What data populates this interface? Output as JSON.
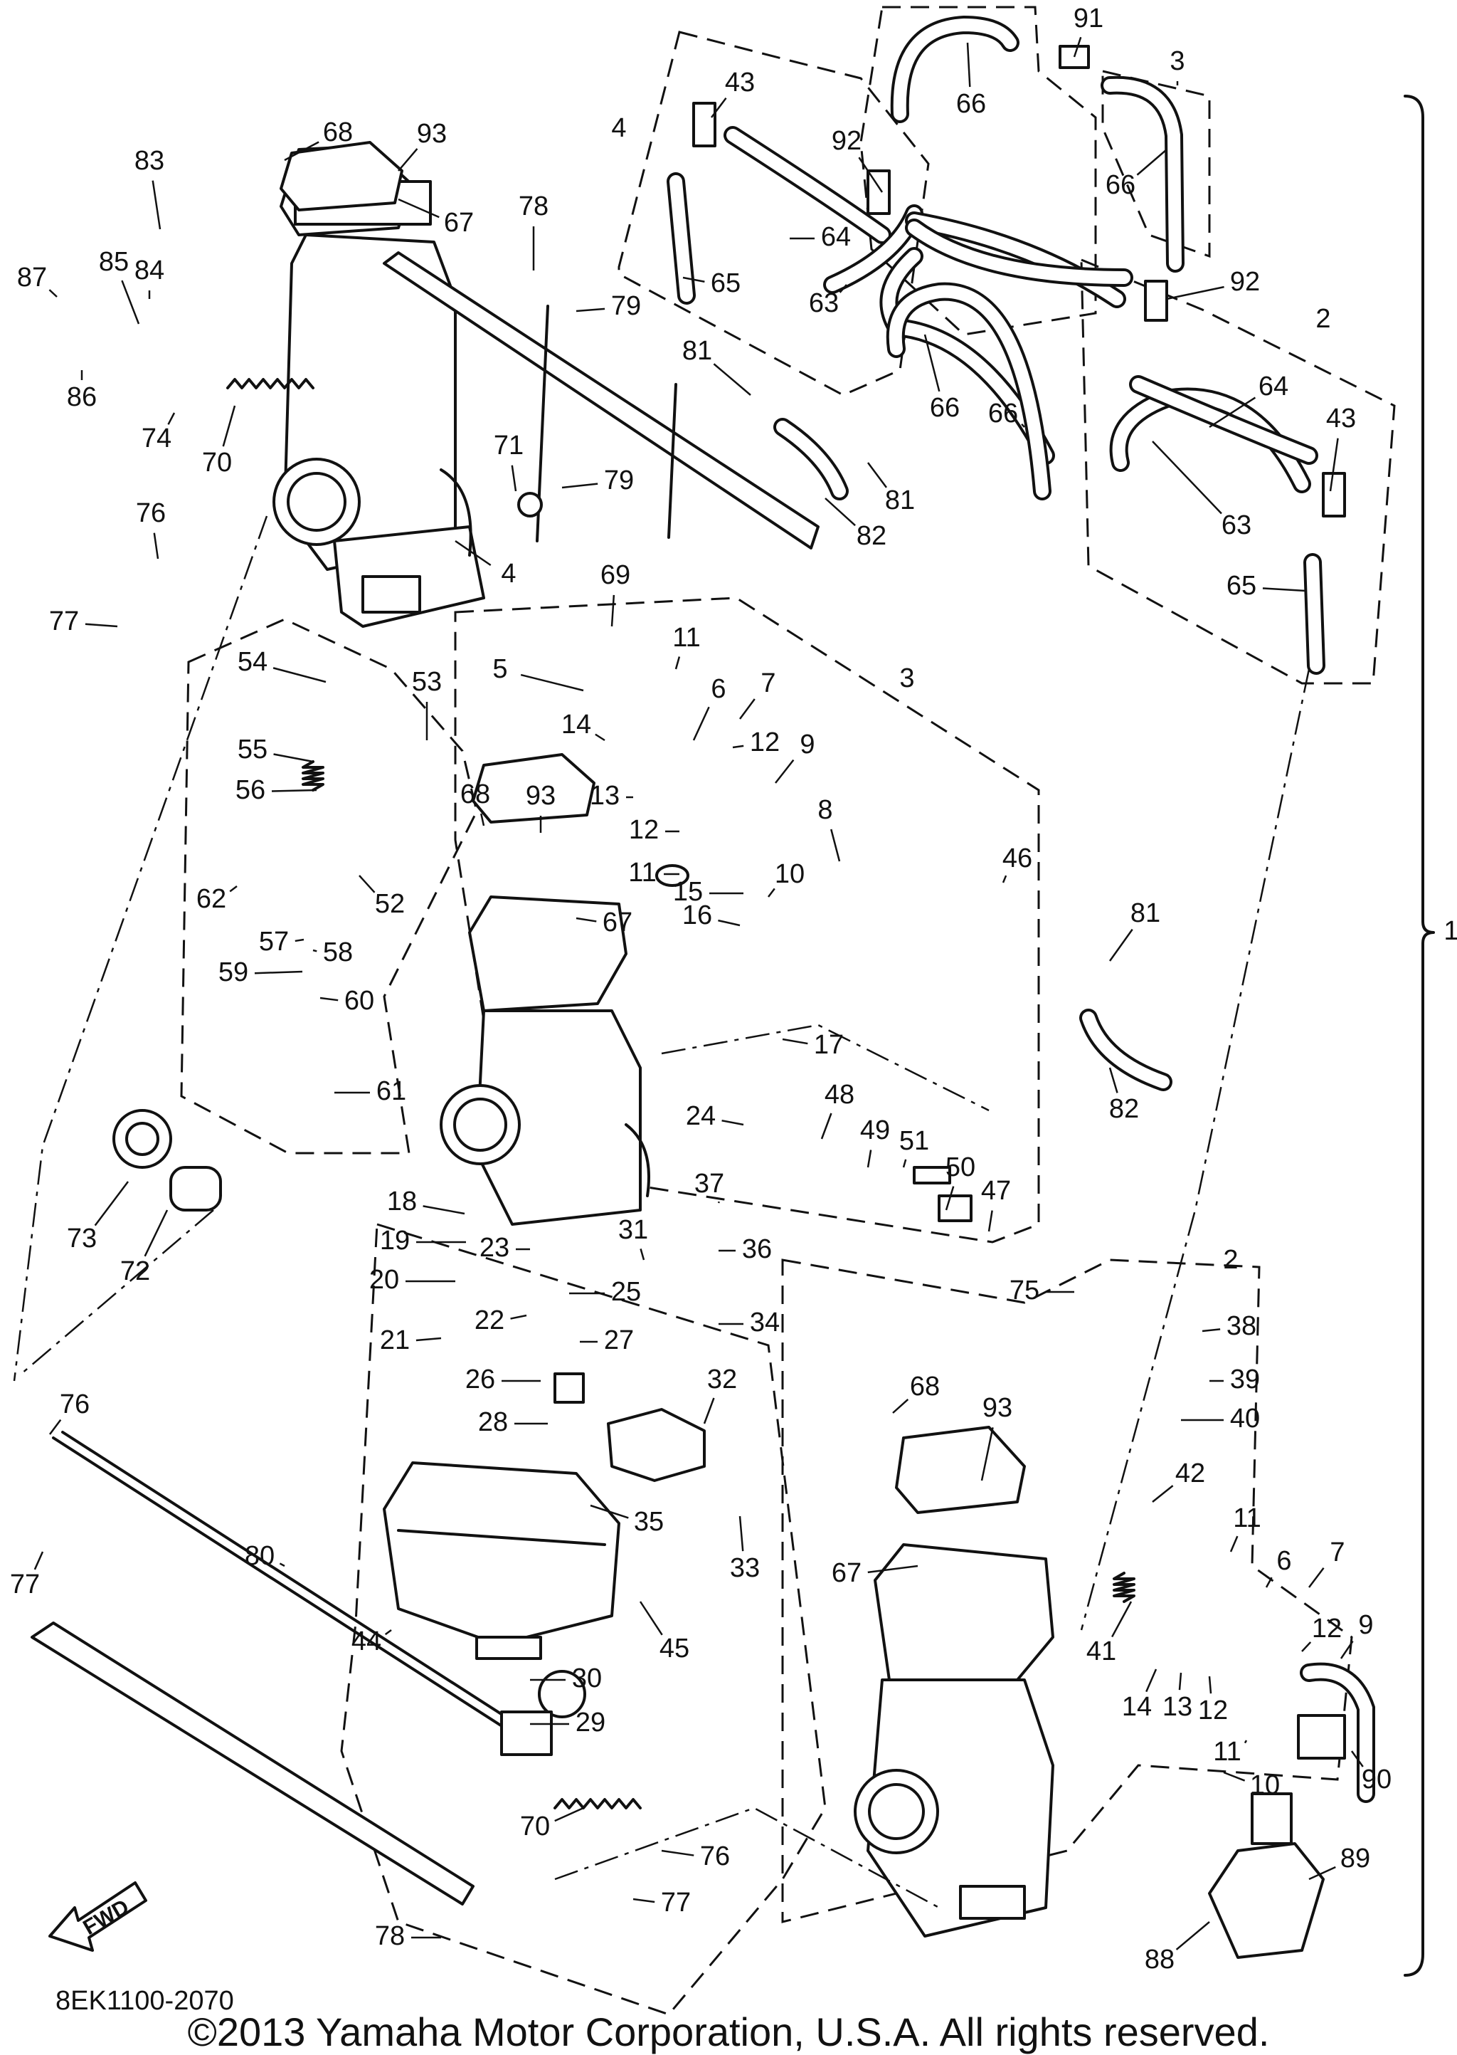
{
  "diagram": {
    "reference_code": "8EK1100-2070",
    "copyright": "©2013 Yamaha Motor Corporation, U.S.A. All rights reserved.",
    "fwd_label": "FWD",
    "callouts": [
      {
        "id": "91",
        "label": "91"
      },
      {
        "id": "3a",
        "label": "3"
      },
      {
        "id": "66a",
        "label": "66"
      },
      {
        "id": "43a",
        "label": "43"
      },
      {
        "id": "4a",
        "label": "4"
      },
      {
        "id": "92a",
        "label": "92"
      },
      {
        "id": "66b",
        "label": "66"
      },
      {
        "id": "68a",
        "label": "68"
      },
      {
        "id": "93a",
        "label": "93"
      },
      {
        "id": "83",
        "label": "83"
      },
      {
        "id": "67a",
        "label": "67"
      },
      {
        "id": "64a",
        "label": "64"
      },
      {
        "id": "78a",
        "label": "78"
      },
      {
        "id": "87",
        "label": "87"
      },
      {
        "id": "85",
        "label": "85"
      },
      {
        "id": "84",
        "label": "84"
      },
      {
        "id": "65a",
        "label": "65"
      },
      {
        "id": "63a",
        "label": "63"
      },
      {
        "id": "92b",
        "label": "92"
      },
      {
        "id": "79a",
        "label": "79"
      },
      {
        "id": "2a",
        "label": "2"
      },
      {
        "id": "86",
        "label": "86"
      },
      {
        "id": "81a",
        "label": "81"
      },
      {
        "id": "64b",
        "label": "64"
      },
      {
        "id": "66c",
        "label": "66"
      },
      {
        "id": "66d",
        "label": "66"
      },
      {
        "id": "43b",
        "label": "43"
      },
      {
        "id": "74",
        "label": "74"
      },
      {
        "id": "70a",
        "label": "70"
      },
      {
        "id": "71",
        "label": "71"
      },
      {
        "id": "79b",
        "label": "79"
      },
      {
        "id": "81b",
        "label": "81"
      },
      {
        "id": "63b",
        "label": "63"
      },
      {
        "id": "82a",
        "label": "82"
      },
      {
        "id": "76a",
        "label": "76"
      },
      {
        "id": "4b",
        "label": "4"
      },
      {
        "id": "65b",
        "label": "65"
      },
      {
        "id": "69",
        "label": "69"
      },
      {
        "id": "77a",
        "label": "77"
      },
      {
        "id": "11a",
        "label": "11"
      },
      {
        "id": "54",
        "label": "54"
      },
      {
        "id": "5",
        "label": "5"
      },
      {
        "id": "3b",
        "label": "3"
      },
      {
        "id": "6a",
        "label": "6"
      },
      {
        "id": "7a",
        "label": "7"
      },
      {
        "id": "53",
        "label": "53"
      },
      {
        "id": "14a",
        "label": "14"
      },
      {
        "id": "12a",
        "label": "12"
      },
      {
        "id": "9a",
        "label": "9"
      },
      {
        "id": "55",
        "label": "55"
      },
      {
        "id": "13a",
        "label": "13"
      },
      {
        "id": "56",
        "label": "56"
      },
      {
        "id": "93b",
        "label": "93"
      },
      {
        "id": "68b",
        "label": "68"
      },
      {
        "id": "12b",
        "label": "12"
      },
      {
        "id": "8",
        "label": "8"
      },
      {
        "id": "11b",
        "label": "11"
      },
      {
        "id": "10a",
        "label": "10"
      },
      {
        "id": "46",
        "label": "46"
      },
      {
        "id": "62",
        "label": "62"
      },
      {
        "id": "52",
        "label": "52"
      },
      {
        "id": "15",
        "label": "15"
      },
      {
        "id": "16",
        "label": "16"
      },
      {
        "id": "81c",
        "label": "81"
      },
      {
        "id": "67b",
        "label": "67"
      },
      {
        "id": "57",
        "label": "57"
      },
      {
        "id": "58",
        "label": "58"
      },
      {
        "id": "59",
        "label": "59"
      },
      {
        "id": "1",
        "label": "1"
      },
      {
        "id": "60",
        "label": "60"
      },
      {
        "id": "17",
        "label": "17"
      },
      {
        "id": "61",
        "label": "61"
      },
      {
        "id": "82b",
        "label": "82"
      },
      {
        "id": "48",
        "label": "48"
      },
      {
        "id": "24",
        "label": "24"
      },
      {
        "id": "49",
        "label": "49"
      },
      {
        "id": "51",
        "label": "51"
      },
      {
        "id": "50",
        "label": "50"
      },
      {
        "id": "18",
        "label": "18"
      },
      {
        "id": "37",
        "label": "37"
      },
      {
        "id": "73",
        "label": "73"
      },
      {
        "id": "72",
        "label": "72"
      },
      {
        "id": "47",
        "label": "47"
      },
      {
        "id": "31",
        "label": "31"
      },
      {
        "id": "19",
        "label": "19"
      },
      {
        "id": "23",
        "label": "23"
      },
      {
        "id": "36",
        "label": "36"
      },
      {
        "id": "20",
        "label": "20"
      },
      {
        "id": "2b",
        "label": "2"
      },
      {
        "id": "25",
        "label": "25"
      },
      {
        "id": "75",
        "label": "75"
      },
      {
        "id": "38",
        "label": "38"
      },
      {
        "id": "34",
        "label": "34"
      },
      {
        "id": "22",
        "label": "22"
      },
      {
        "id": "21",
        "label": "21"
      },
      {
        "id": "27",
        "label": "27"
      },
      {
        "id": "39",
        "label": "39"
      },
      {
        "id": "26",
        "label": "26"
      },
      {
        "id": "32",
        "label": "32"
      },
      {
        "id": "76b",
        "label": "76"
      },
      {
        "id": "68c",
        "label": "68"
      },
      {
        "id": "93c",
        "label": "93"
      },
      {
        "id": "40",
        "label": "40"
      },
      {
        "id": "28",
        "label": "28"
      },
      {
        "id": "42",
        "label": "42"
      },
      {
        "id": "77b",
        "label": "77"
      },
      {
        "id": "35",
        "label": "35"
      },
      {
        "id": "11c",
        "label": "11"
      },
      {
        "id": "80",
        "label": "80"
      },
      {
        "id": "33",
        "label": "33"
      },
      {
        "id": "6b",
        "label": "6"
      },
      {
        "id": "7b",
        "label": "7"
      },
      {
        "id": "67c",
        "label": "67"
      },
      {
        "id": "44",
        "label": "44"
      },
      {
        "id": "45",
        "label": "45"
      },
      {
        "id": "41",
        "label": "41"
      },
      {
        "id": "12c",
        "label": "12"
      },
      {
        "id": "9b",
        "label": "9"
      },
      {
        "id": "30",
        "label": "30"
      },
      {
        "id": "14b",
        "label": "14"
      },
      {
        "id": "13b",
        "label": "13"
      },
      {
        "id": "12d",
        "label": "12"
      },
      {
        "id": "29",
        "label": "29"
      },
      {
        "id": "11d",
        "label": "11"
      },
      {
        "id": "10b",
        "label": "10"
      },
      {
        "id": "90",
        "label": "90"
      },
      {
        "id": "70b",
        "label": "70"
      },
      {
        "id": "76c",
        "label": "76"
      },
      {
        "id": "89",
        "label": "89"
      },
      {
        "id": "77c",
        "label": "77"
      },
      {
        "id": "88",
        "label": "88"
      },
      {
        "id": "78b",
        "label": "78"
      }
    ]
  }
}
